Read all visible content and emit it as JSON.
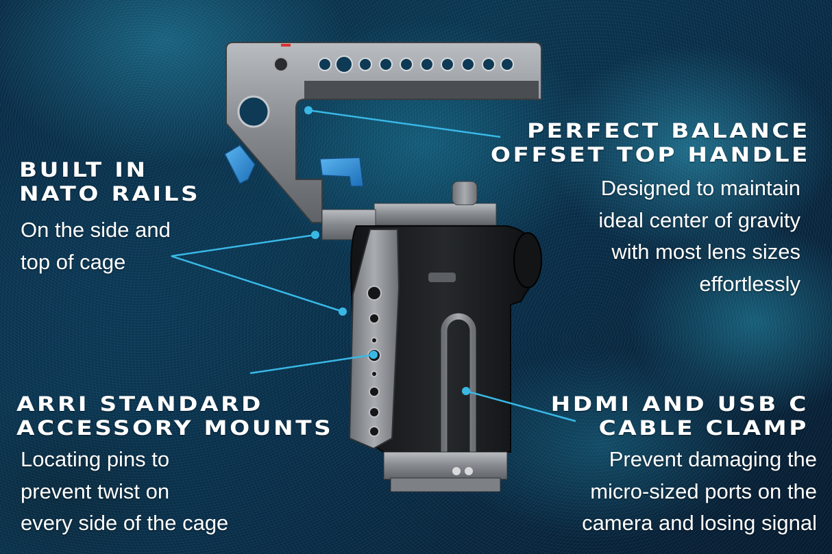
{
  "features": [
    {
      "id": "top-handle",
      "heading": [
        "Perfect Balance",
        "Offset Top Handle"
      ],
      "body": [
        "Designed to maintain",
        "ideal center of gravity",
        "with most lens sizes",
        "effortlessly"
      ]
    },
    {
      "id": "nato-rails",
      "heading": [
        "Built In",
        "NATO Rails"
      ],
      "body": [
        "On the side and",
        "top of cage"
      ]
    },
    {
      "id": "arri-mounts",
      "heading": [
        "ARRI Standard",
        "Accessory Mounts"
      ],
      "body": [
        "Locating pins to",
        "prevent twist on",
        "every side of the cage"
      ]
    },
    {
      "id": "cable-clamp",
      "heading": [
        "HDMI and USB C",
        "Cable Clamp"
      ],
      "body": [
        "Prevent damaging the",
        "micro-sized ports on the",
        "camera and losing signal"
      ]
    }
  ],
  "colors": {
    "callout": "#39b8e6",
    "text": "#ffffff",
    "background": "#0a2b45",
    "cage_metal": "#8a8d92",
    "knob_blue": "#2a8fd8"
  }
}
